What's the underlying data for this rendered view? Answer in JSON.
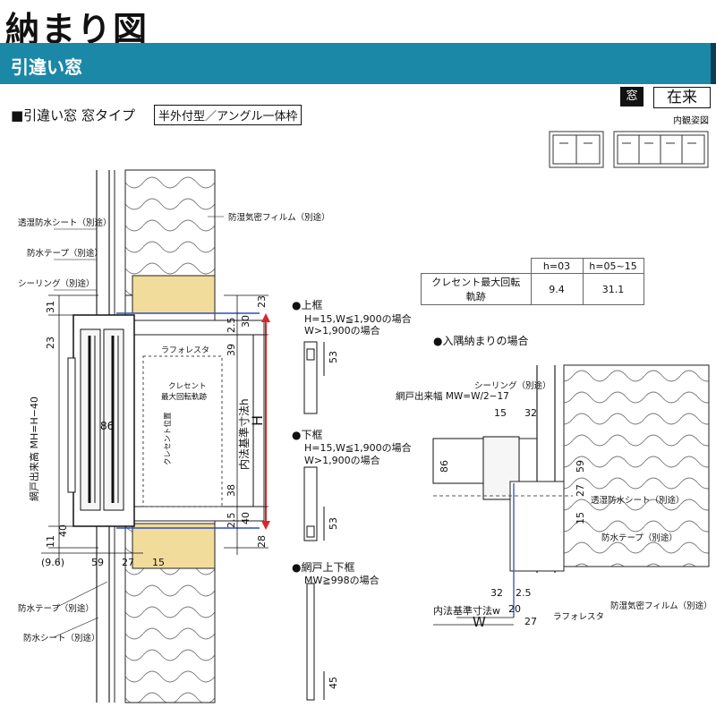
{
  "header": {
    "title": "納まり図",
    "section": "引違い窓"
  },
  "spec": {
    "label": "■引違い窓 窓タイプ",
    "frame_type": "半外付型／アングル一体枠"
  },
  "badges": {
    "window": "窓",
    "type": "在来"
  },
  "view_label": "内観姿図",
  "keyring_table": {
    "headers": [
      "",
      "h=03",
      "h=05~15"
    ],
    "row_label": "クレセント最大回転軌跡",
    "values": [
      "9.4",
      "31.1"
    ]
  },
  "labels": {
    "moisture_sheet": "透湿防水シート（別途）",
    "waterproof_tape": "防水テープ（別途）",
    "sealing": "シーリング（別途）",
    "vapor_film": "防湿気密フィルム（別途）",
    "laforesta": "ラフォレスタ",
    "crescent_track": "クレセント",
    "crescent_track2": "最大回転軌跡",
    "crescent_pos": "クレセント位置",
    "screen_height": "網戸出来高 MH=H−40",
    "inner_h": "内法基準寸法h",
    "H": "H",
    "waterproof_tape_bottom": "防水テープ（別途）",
    "waterproof_sheet_bottom": "防水シート（別途）"
  },
  "dims_left": {
    "d31": "31",
    "d23a": "23",
    "d86": "86",
    "d11": "11",
    "d40a": "40",
    "d9_6": "(9.6)",
    "d59": "59",
    "d27": "27",
    "d15": "15",
    "d2_5a": "2.5",
    "d30": "30",
    "d23b": "23",
    "d39": "39",
    "d38": "38",
    "d2_5b": "2.5",
    "d40b": "40",
    "d28": "28"
  },
  "sections": {
    "top_frame": "●上框",
    "top_frame_l1": "H=15,W≦1,900の場合",
    "top_frame_l2": "W>1,900の場合",
    "top_dim": "53",
    "bottom_frame": "●下框",
    "bottom_frame_l1": "H=15,W≦1,900の場合",
    "bottom_frame_l2": "W>1,900の場合",
    "bottom_dim": "53",
    "screen_frame": "●網戸上下框",
    "screen_frame_l1": "MW≧998の場合",
    "screen_dim": "45"
  },
  "corner": {
    "title": "●入隅納まりの場合",
    "sealing": "シーリング（別途）",
    "screen_width": "網戸出来幅 MW=W/2−17",
    "moisture_sheet": "透湿防水シート（別途）",
    "waterproof_tape": "防水テープ（別途）",
    "vapor_film": "防湿気密フィルム（別途）",
    "laforesta": "ラフォレスタ",
    "inner_w": "内法基準寸法w",
    "W": "W",
    "d15a": "15",
    "d32a": "32",
    "d86": "86",
    "d59": "59",
    "d27a": "27",
    "d15b": "15",
    "d32b": "32",
    "d2_5": "2.5",
    "d20": "20",
    "d27b": "27"
  },
  "colors": {
    "accent": "#1b88a8",
    "wood": "#f2dc9b",
    "dim_red": "#d8262b",
    "line_blue": "#2f4fb8"
  }
}
